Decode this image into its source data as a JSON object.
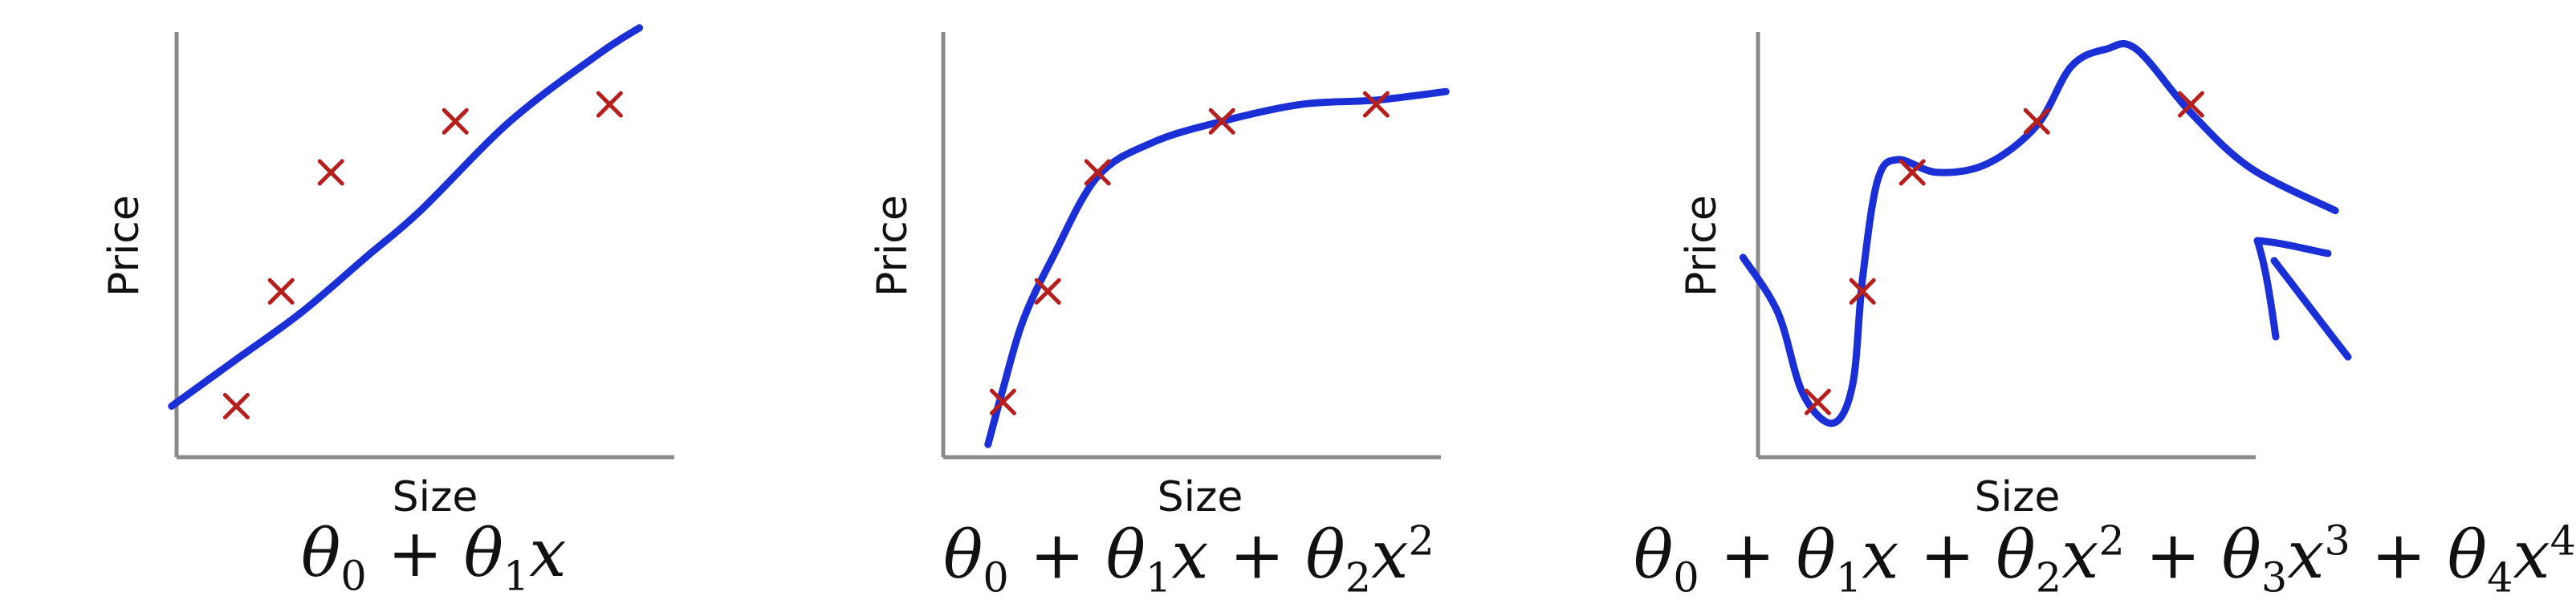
{
  "chart_data": [
    {
      "type": "scatter",
      "title": "",
      "xlabel": "Size",
      "ylabel": "Price",
      "x_ticks": [],
      "y_ticks": [],
      "grid": false,
      "xlim": [
        0,
        10
      ],
      "ylim": [
        0,
        10
      ],
      "points": {
        "x": [
          1.2,
          2.1,
          3.1,
          5.6,
          8.7
        ],
        "y": [
          1.2,
          3.9,
          6.7,
          7.9,
          8.3
        ]
      },
      "marker_color": "#b5201e",
      "fit_color": "#1a2fd6",
      "fit_polynomial_degree": 1,
      "fit_curve": {
        "x": [
          -0.1,
          1.2,
          2.5,
          3.8,
          4.9,
          6.7,
          8.5,
          9.3
        ],
        "y": [
          1.2,
          2.3,
          3.4,
          4.7,
          5.8,
          7.9,
          9.5,
          10.1
        ]
      },
      "formula": "θ₀ + θ₁x"
    },
    {
      "type": "scatter",
      "title": "",
      "xlabel": "Size",
      "ylabel": "Price",
      "x_ticks": [],
      "y_ticks": [],
      "grid": false,
      "xlim": [
        0,
        10
      ],
      "ylim": [
        0,
        10
      ],
      "points": {
        "x": [
          1.2,
          2.1,
          3.1,
          5.6,
          8.7
        ],
        "y": [
          1.3,
          3.9,
          6.7,
          7.9,
          8.3
        ]
      },
      "marker_color": "#b5201e",
      "fit_color": "#1a2fd6",
      "fit_polynomial_degree": 2,
      "fit_curve": {
        "x": [
          0.9,
          1.2,
          1.6,
          2.2,
          3.1,
          4.2,
          5.6,
          7.2,
          8.7,
          10.1
        ],
        "y": [
          0.3,
          1.6,
          3.2,
          4.7,
          6.6,
          7.4,
          7.9,
          8.3,
          8.4,
          8.6
        ]
      },
      "formula": "θ₀ + θ₁x + θ₂x²"
    },
    {
      "type": "scatter",
      "title": "",
      "xlabel": "Size",
      "ylabel": "Price",
      "x_ticks": [],
      "y_ticks": [],
      "grid": false,
      "xlim": [
        0,
        10
      ],
      "ylim": [
        0,
        10
      ],
      "points": {
        "x": [
          1.2,
          2.1,
          3.1,
          5.6,
          8.7
        ],
        "y": [
          1.3,
          3.9,
          6.7,
          7.9,
          8.3
        ]
      },
      "marker_color": "#b5201e",
      "fit_color": "#1a2fd6",
      "fit_polynomial_degree": 4,
      "fit_curve": {
        "x": [
          -0.3,
          0.4,
          0.9,
          1.5,
          1.9,
          2.1,
          2.4,
          2.8,
          3.6,
          4.6,
          5.6,
          6.3,
          7.0,
          7.6,
          8.7,
          9.9,
          11.6
        ],
        "y": [
          4.7,
          3.4,
          1.5,
          0.8,
          1.7,
          4.2,
          6.5,
          7.0,
          6.7,
          6.9,
          7.8,
          9.2,
          9.6,
          9.6,
          8.1,
          6.8,
          5.8
        ]
      },
      "formula": "θ₀ + θ₁x + θ₂x² + θ₃x³ + θ₄x⁴"
    }
  ],
  "formulas": [
    {
      "parts": [
        [
          "θ",
          "0"
        ],
        [
          " + "
        ],
        [
          "θ",
          "1"
        ],
        [
          "x"
        ]
      ]
    },
    {
      "parts": [
        [
          "θ",
          "0"
        ],
        [
          " + "
        ],
        [
          "θ",
          "1"
        ],
        [
          "x"
        ],
        [
          " + "
        ],
        [
          "θ",
          "2"
        ],
        [
          "x",
          "2",
          "sup"
        ]
      ]
    },
    {
      "parts": [
        [
          "θ",
          "0"
        ],
        [
          " + "
        ],
        [
          "θ",
          "1"
        ],
        [
          "x"
        ],
        [
          " + "
        ],
        [
          "θ",
          "2"
        ],
        [
          "x",
          "2",
          "sup"
        ],
        [
          " + "
        ],
        [
          "θ",
          "3"
        ],
        [
          "x",
          "3",
          "sup"
        ],
        [
          " + "
        ],
        [
          "θ",
          "4"
        ],
        [
          "x",
          "4",
          "sup"
        ]
      ]
    }
  ],
  "annotation": {
    "name": "arrow-annotation",
    "color": "#1a2fd6"
  }
}
